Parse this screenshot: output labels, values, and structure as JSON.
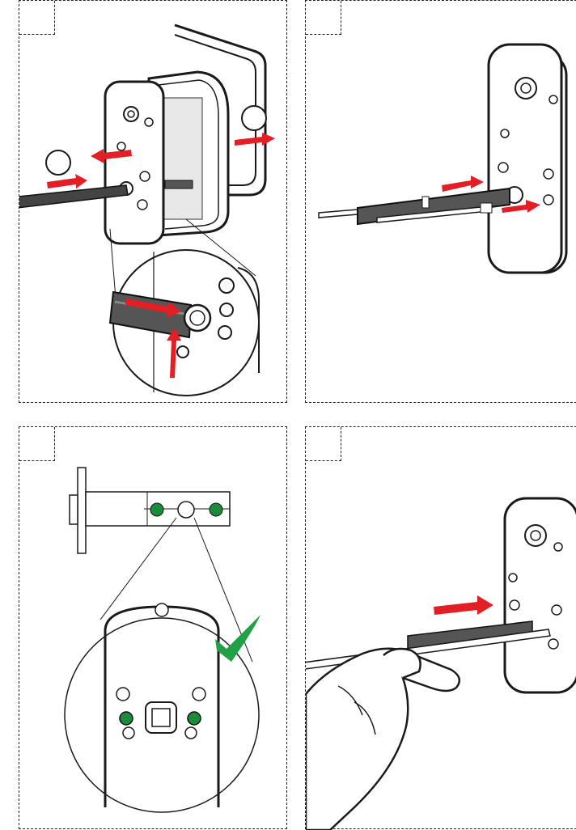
{
  "steps": [
    {
      "id": "panel-1",
      "tab": ""
    },
    {
      "id": "panel-2",
      "tab": ""
    },
    {
      "id": "panel-3",
      "tab": ""
    },
    {
      "id": "panel-4",
      "tab": ""
    }
  ],
  "colors": {
    "arrow": "#e31e24",
    "screw_marker": "#1a8c3c",
    "check": "#22a046",
    "line": "#1a1a1a",
    "spindle": "#444444"
  },
  "icons": [
    "arrow-right-icon",
    "arrow-left-icon",
    "checkmark-icon",
    "screw-icon",
    "hand-icon"
  ]
}
